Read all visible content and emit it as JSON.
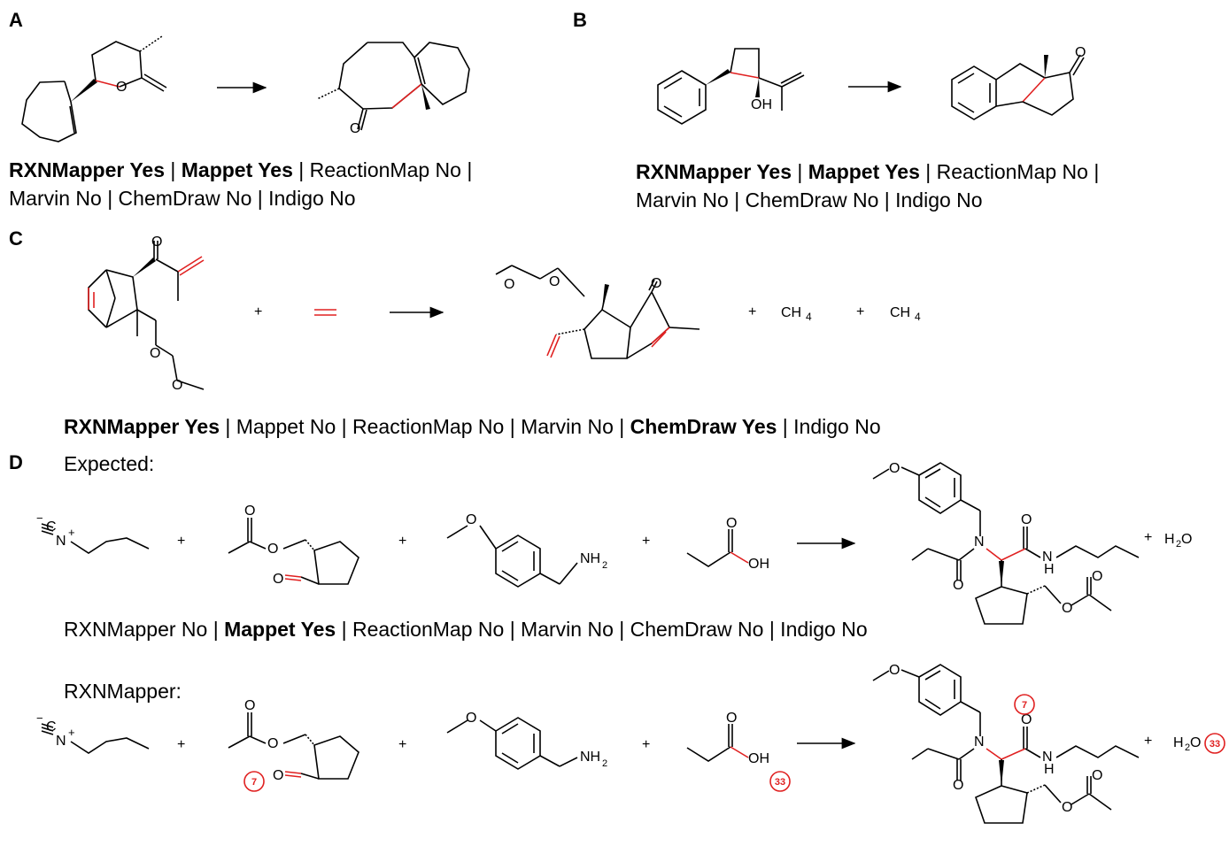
{
  "panels": {
    "A": {
      "letter": "A",
      "caption_line1": [
        {
          "text": "RXNMapper Yes",
          "bold": true
        },
        {
          "text": " | ",
          "bold": false
        },
        {
          "text": "Mappet Yes",
          "bold": true
        },
        {
          "text": " | ReactionMap No |",
          "bold": false
        }
      ],
      "caption_line2": [
        {
          "text": "Marvin No | ChemDraw No | Indigo No",
          "bold": false
        }
      ]
    },
    "B": {
      "letter": "B",
      "caption_line1": [
        {
          "text": "RXNMapper Yes",
          "bold": true
        },
        {
          "text": " | ",
          "bold": false
        },
        {
          "text": "Mappet Yes",
          "bold": true
        },
        {
          "text": " | ReactionMap No |",
          "bold": false
        }
      ],
      "caption_line2": [
        {
          "text": "Marvin No | ChemDraw No | Indigo No",
          "bold": false
        }
      ]
    },
    "C": {
      "letter": "C",
      "caption_line1": [
        {
          "text": "RXNMapper Yes",
          "bold": true
        },
        {
          "text": " | Mappet No | ReactionMap No | Marvin No | ",
          "bold": false
        },
        {
          "text": "ChemDraw Yes",
          "bold": true
        },
        {
          "text": " | Indigo No",
          "bold": false
        }
      ]
    },
    "D": {
      "letter": "D",
      "expected_label": "Expected:",
      "rxnmapper_label": "RXNMapper:",
      "caption_line1": [
        {
          "text": "RXNMapper No | ",
          "bold": false
        },
        {
          "text": "Mappet Yes",
          "bold": true
        },
        {
          "text": " | ReactionMap No | Marvin No | ChemDraw No | Indigo No",
          "bold": false
        }
      ]
    }
  },
  "chemistry": {
    "plus": "+",
    "methane": "CH",
    "methane_sub": "4",
    "water": "H",
    "water_sub": "2",
    "water_o": "O",
    "amine": "NH",
    "amine_sub": "2",
    "isocyanide_c": "C",
    "isocyanide_n": "N",
    "isocyanide_charges": [
      "−",
      "+"
    ],
    "highlight_color": "#e02020",
    "mismapped_numbers": [
      "7",
      "33"
    ]
  }
}
